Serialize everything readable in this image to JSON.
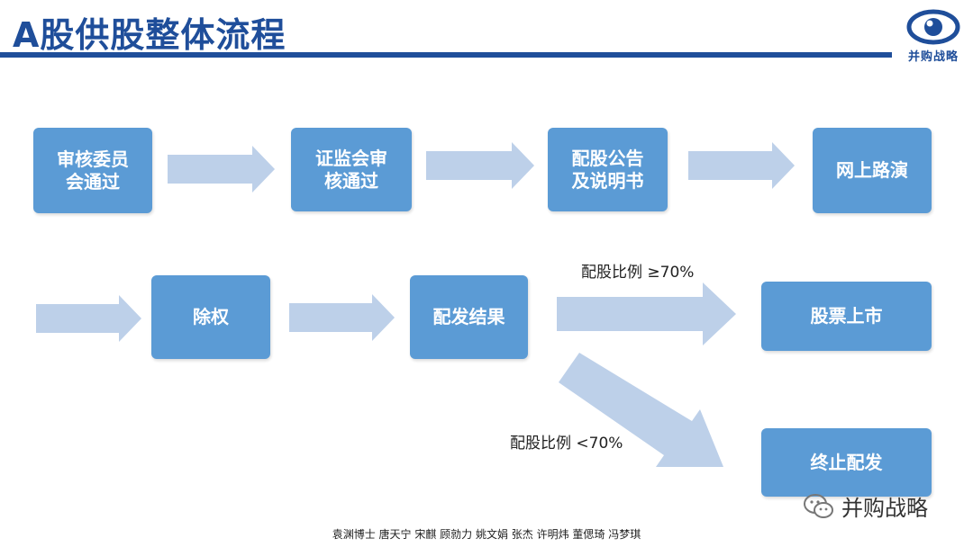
{
  "title": "A股供股整体流程",
  "logo": {
    "text": "并购战略",
    "icon": "eye-icon"
  },
  "nodes": {
    "committee": "审核委员\n会通过",
    "csrc": "证监会审\n核通过",
    "notice": "配股公告\n及说明书",
    "roadshow": "网上路演",
    "exright": "除权",
    "result": "配发结果",
    "listing": "股票上市",
    "terminate": "终止配发"
  },
  "conditions": {
    "high": "配股比例 ≥70%",
    "low": "配股比例 <70%"
  },
  "watermark": {
    "icon": "wechat-icon",
    "text": "并购战略"
  },
  "footer": "袁渊博士 唐天宁 宋麒 顾勍力 姚文娟 张杰 许明炜 董偲琦 冯梦琪",
  "colors": {
    "title": "#1f4e9a",
    "box": "#5b9bd5",
    "arrow": "#bdd0e9"
  }
}
